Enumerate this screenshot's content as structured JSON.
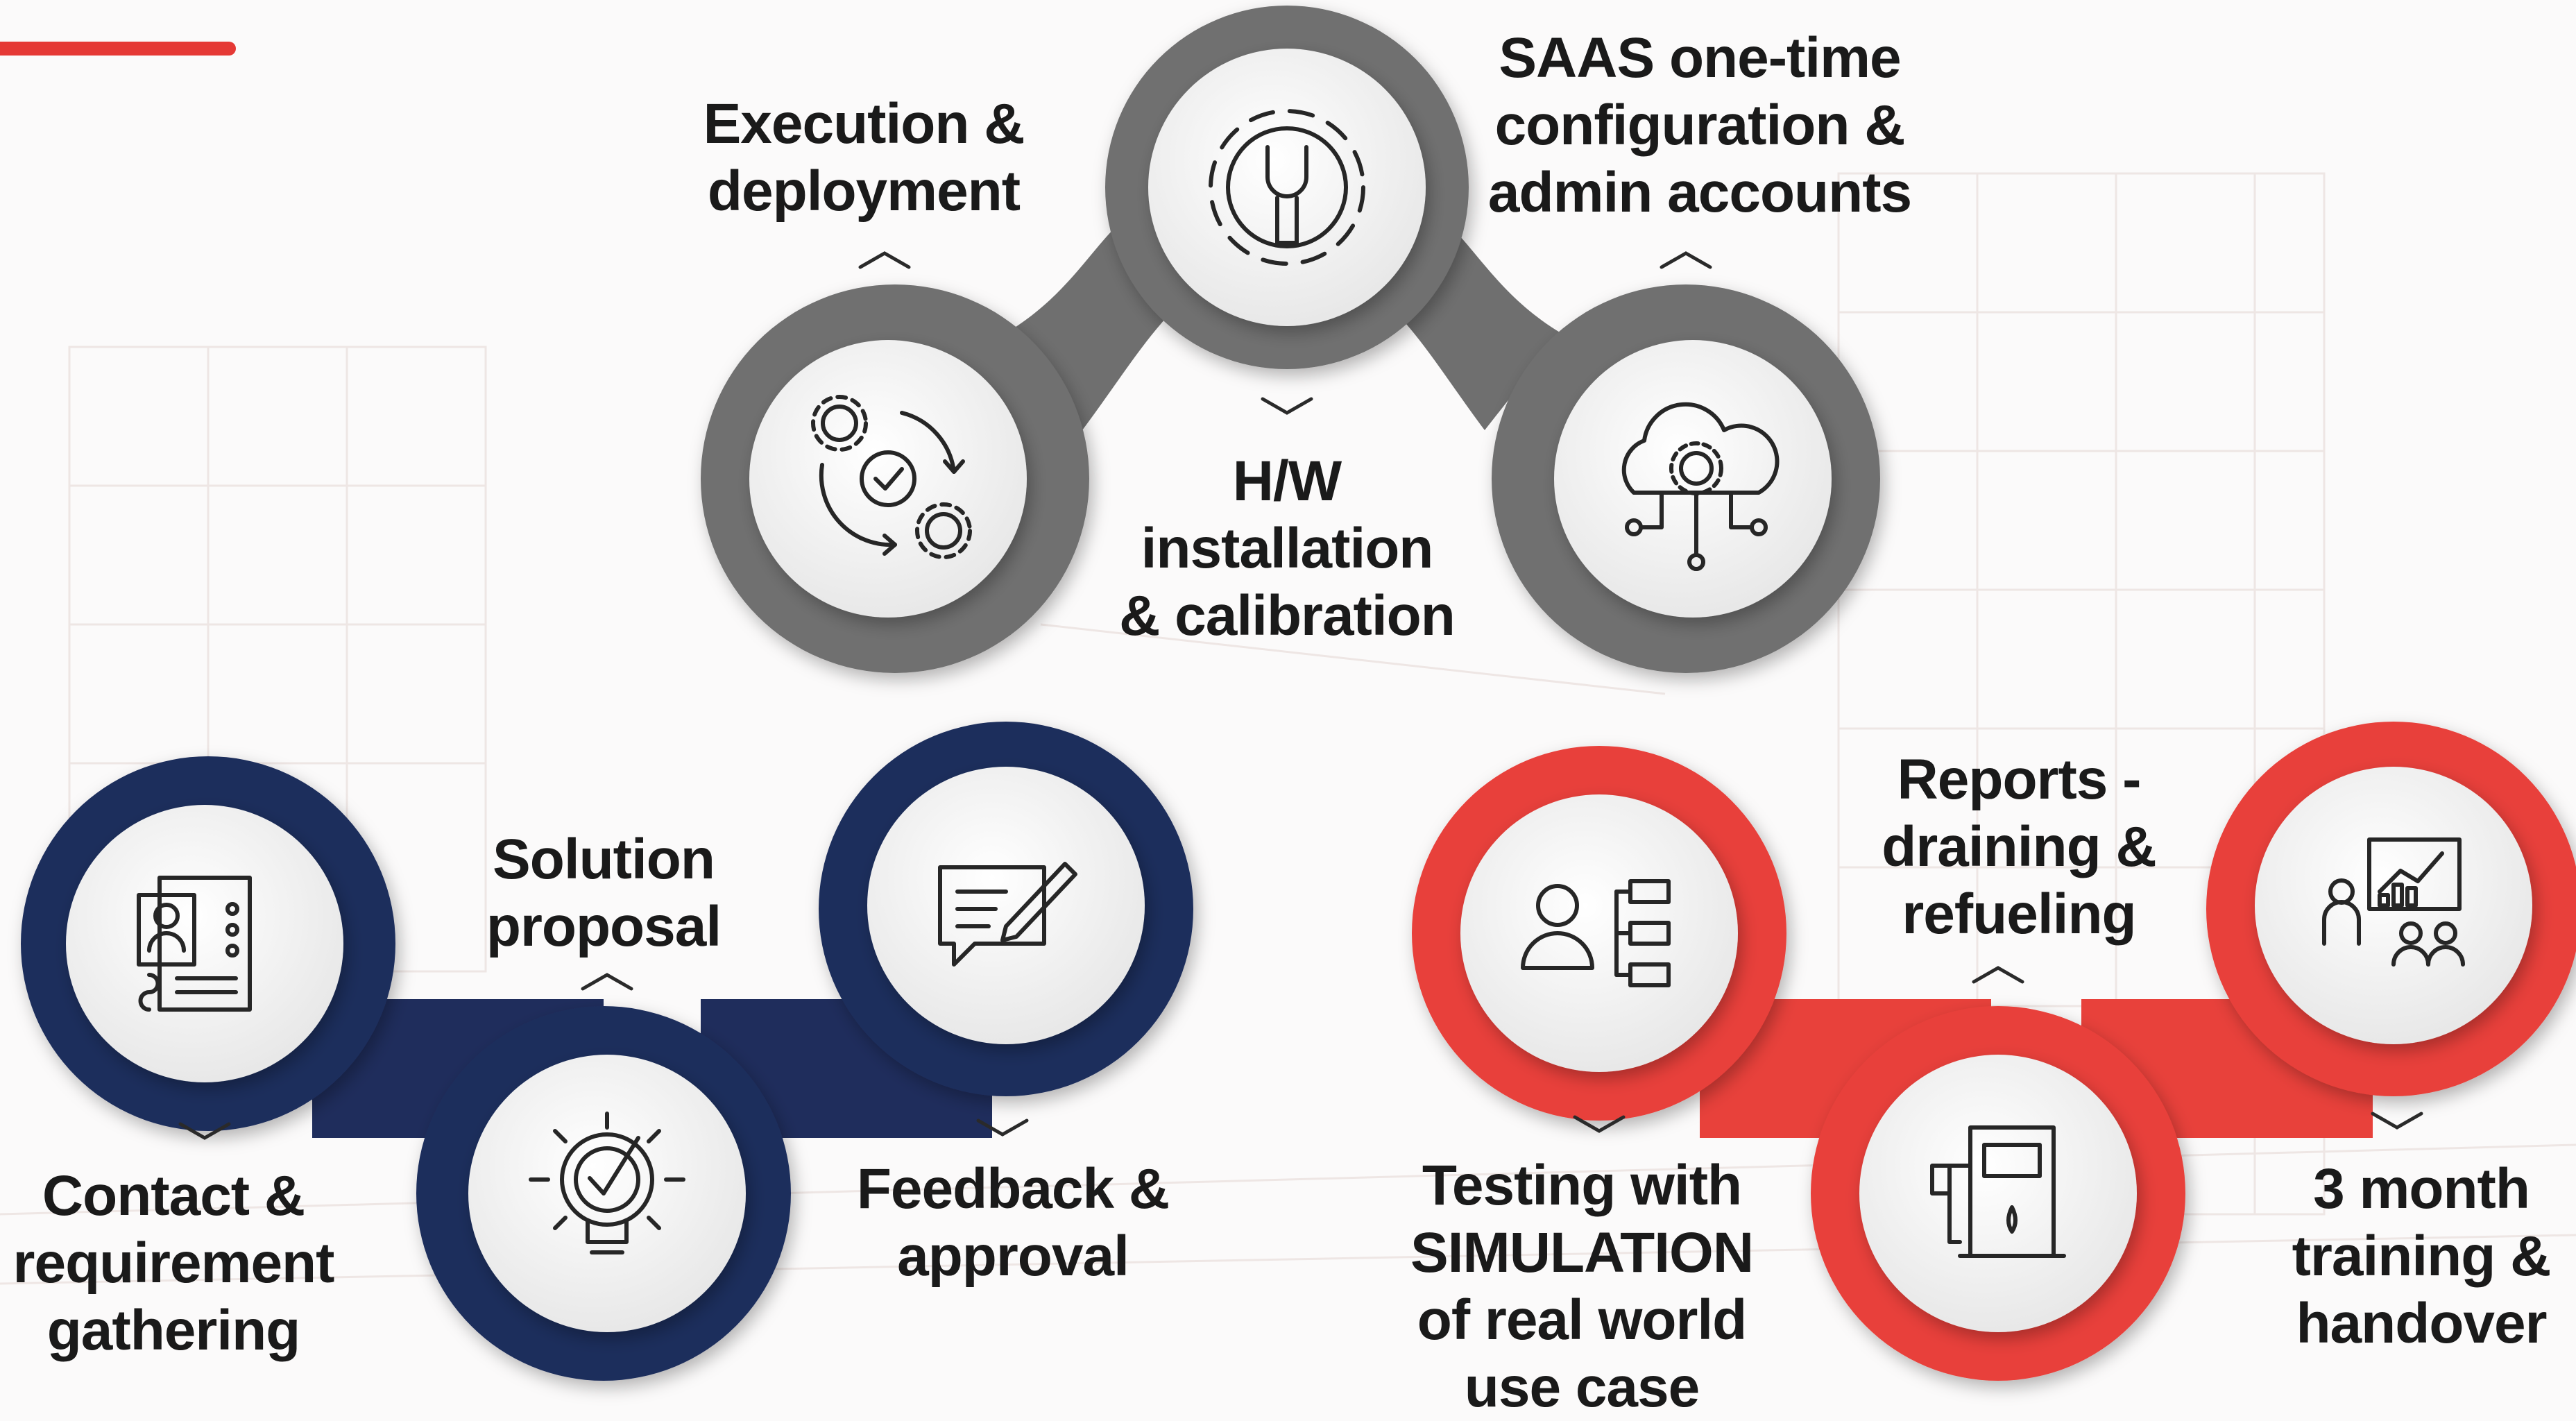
{
  "colors": {
    "accent_bar": "#e53935",
    "gray_group": "#6f6f6f",
    "navy_group": "#1f2d5c",
    "red_group": "#e8413b",
    "node_face": "#f2f2f2",
    "icon_stroke": "#262626"
  },
  "groups": [
    {
      "name": "gray",
      "nodes": [
        {
          "icon": "gear-cycle-check-icon",
          "label_lines": []
        },
        {
          "icon": "gear-wrench-icon",
          "label_lines": []
        },
        {
          "icon": "cloud-gear-network-icon",
          "label_lines": []
        }
      ]
    }
  ],
  "steps": [
    {
      "id": "contact",
      "lines": [
        "Contact &",
        "requirement",
        "gathering"
      ],
      "chevron": "down"
    },
    {
      "id": "solution",
      "lines": [
        "Solution",
        "proposal"
      ],
      "chevron": "up"
    },
    {
      "id": "feedback",
      "lines": [
        "Feedback &",
        "approval"
      ],
      "chevron": "down"
    },
    {
      "id": "execution",
      "lines": [
        "Execution &",
        "deployment"
      ],
      "chevron": "up"
    },
    {
      "id": "hw",
      "lines": [
        "H/W",
        "installation",
        "& calibration"
      ],
      "chevron": "down"
    },
    {
      "id": "saas",
      "lines": [
        "SAAS one-time",
        "configuration &",
        "admin accounts"
      ],
      "chevron": "up"
    },
    {
      "id": "testing",
      "lines": [
        "Testing with",
        "SIMULATION",
        "of real world",
        "use case"
      ],
      "chevron": "down"
    },
    {
      "id": "reports",
      "lines": [
        "Reports -",
        "draining &",
        "refueling"
      ],
      "chevron": "up"
    },
    {
      "id": "training",
      "lines": [
        "3 month",
        "training &",
        "handover"
      ],
      "chevron": "down"
    }
  ]
}
